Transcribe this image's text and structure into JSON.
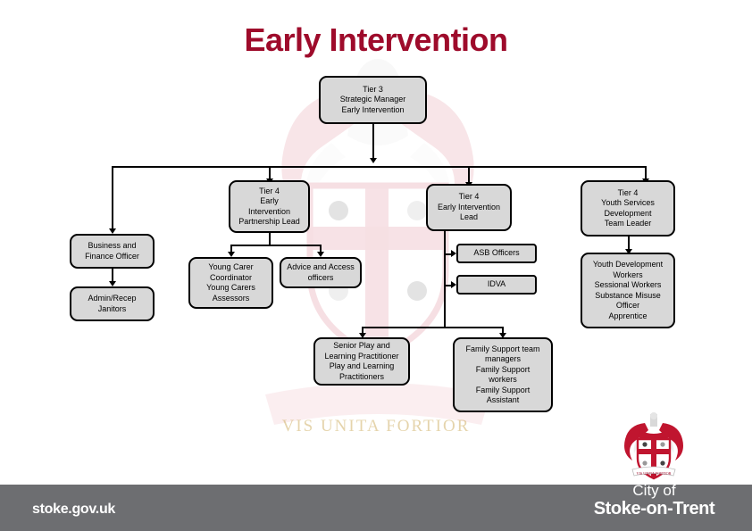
{
  "slide": {
    "title": "Early Intervention",
    "title_color": "#9E0B2B",
    "node_fill": "#D8D8D8",
    "node_border": "#000000",
    "background": "#FFFFFF",
    "watermark_motto": "VIS UNITA FORTIOR"
  },
  "footer": {
    "url": "stoke.gov.uk",
    "bar_color": "#6D6E71",
    "logo_city_of": "City of",
    "logo_name": "Stoke-on-Trent",
    "logo_motto": "VIS UNITA FORTIOR"
  },
  "chart_data": {
    "type": "diagram",
    "title": "Early Intervention",
    "nodes": [
      {
        "id": "tier3",
        "lines": [
          "Tier 3",
          "Strategic Manager",
          "Early Intervention"
        ]
      },
      {
        "id": "tier4-partnership",
        "lines": [
          "Tier 4",
          "Early",
          "Intervention",
          "Partnership Lead"
        ]
      },
      {
        "id": "tier4-ei-lead",
        "lines": [
          "Tier 4",
          "Early Intervention",
          "Lead"
        ]
      },
      {
        "id": "tier4-youth",
        "lines": [
          "Tier 4",
          "Youth Services",
          "Development",
          "Team Leader"
        ]
      },
      {
        "id": "business-finance",
        "lines": [
          "Business and",
          "Finance Officer"
        ]
      },
      {
        "id": "admin-recep",
        "lines": [
          "Admin/Recep",
          "Janitors"
        ]
      },
      {
        "id": "young-carer",
        "lines": [
          "Young Carer",
          "Coordinator",
          "Young Carers",
          "Assessors"
        ]
      },
      {
        "id": "advice-access",
        "lines": [
          "Advice and Access",
          "officers"
        ]
      },
      {
        "id": "asb-officers",
        "lines": [
          "ASB Officers"
        ]
      },
      {
        "id": "idva",
        "lines": [
          "IDVA"
        ]
      },
      {
        "id": "youth-dev",
        "lines": [
          "Youth Development",
          "Workers",
          "Sessional Workers",
          "Substance Misuse",
          "Officer",
          "Apprentice"
        ]
      },
      {
        "id": "play-learning",
        "lines": [
          "Senior Play and",
          "Learning Practitioner",
          "Play and Learning",
          "Practitioners"
        ]
      },
      {
        "id": "family-support",
        "lines": [
          "Family Support team",
          "managers",
          "Family Support",
          "workers",
          "Family Support",
          "Assistant"
        ]
      }
    ],
    "edges": [
      {
        "from": "tier3",
        "to": "tier4-partnership"
      },
      {
        "from": "tier3",
        "to": "tier4-ei-lead"
      },
      {
        "from": "tier3",
        "to": "tier4-youth"
      },
      {
        "from": "tier3",
        "to": "business-finance"
      },
      {
        "from": "business-finance",
        "to": "admin-recep"
      },
      {
        "from": "tier4-partnership",
        "to": "young-carer"
      },
      {
        "from": "tier4-partnership",
        "to": "advice-access"
      },
      {
        "from": "tier4-ei-lead",
        "to": "asb-officers"
      },
      {
        "from": "tier4-ei-lead",
        "to": "idva"
      },
      {
        "from": "tier4-ei-lead",
        "to": "play-learning"
      },
      {
        "from": "tier4-ei-lead",
        "to": "family-support"
      },
      {
        "from": "tier4-youth",
        "to": "youth-dev"
      }
    ]
  }
}
